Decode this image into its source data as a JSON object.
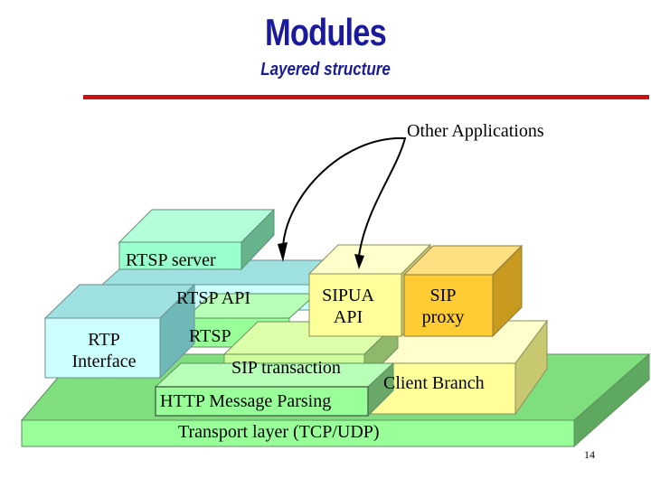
{
  "header": {
    "title": "Modules",
    "subtitle": "Layered structure"
  },
  "diagram": {
    "other_applications": "Other Applications",
    "rtsp_server": "RTSP server",
    "rtsp_api": "RTSP API",
    "rtp_interface_line1": "RTP",
    "rtp_interface_line2": "Interface",
    "rtsp": "RTSP",
    "sipua_api_line1": "SIPUA",
    "sipua_api_line2": "API",
    "sip_proxy_line1": "SIP",
    "sip_proxy_line2": "proxy",
    "sip_transaction": "SIP transaction",
    "client_branch": "Client Branch",
    "http_message_parsing": "HTTP Message Parsing",
    "transport_layer": "Transport layer (TCP/UDP)"
  },
  "colors": {
    "title": "#1a1a9c",
    "rule": "#cc1010",
    "green_front": "#99ff99",
    "green_side": "#66b366",
    "cyan_front": "#ccffff",
    "cyan_top": "#9fe0e0",
    "mint": "#99ffcc",
    "yellow": "#ffff99",
    "orange": "#ffcc33"
  },
  "footer": {
    "page_number": "14"
  }
}
